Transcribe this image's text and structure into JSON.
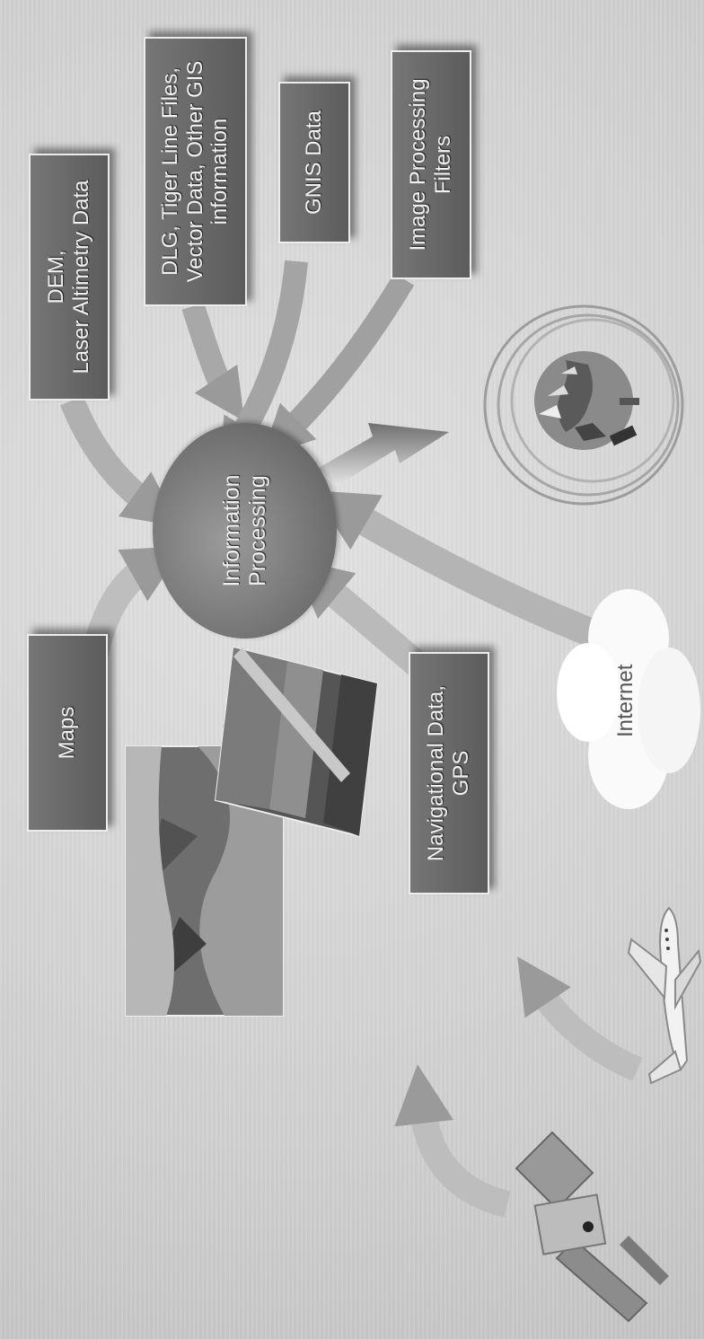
{
  "center": {
    "label": "Information\nProcessing"
  },
  "inputs": {
    "maps": "Maps",
    "dem": "DEM,\nLaser Altimetry Data",
    "dlg": "DLG, Tiger Line Files,\nVector Data, Other GIS\ninformation",
    "gnis": "GNIS Data",
    "filters": "Image Processing\nFilters",
    "nav": "Navigational Data,\nGPS",
    "internet": "Internet"
  },
  "icons": {
    "satellite": "satellite-icon",
    "airplane": "airplane-icon",
    "imagery": "aerial-imagery",
    "globe": "globe-output-icon",
    "cloud": "cloud-icon"
  }
}
